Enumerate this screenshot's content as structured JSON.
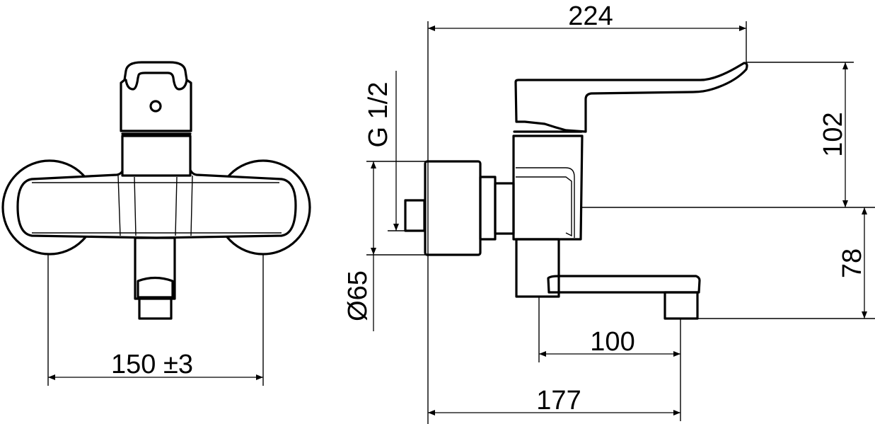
{
  "drawing": {
    "front_view": {
      "width_dimension": "150 ±3"
    },
    "side_view": {
      "projection_dimension": "224",
      "lever_height_dimension": "102",
      "outlet_height_dimension": "78",
      "spout_reach_dimension": "100",
      "outlet_to_wall_dimension": "177",
      "thread_dimension": "G 1/2",
      "rosette_diameter_dimension": "Ø65"
    }
  }
}
